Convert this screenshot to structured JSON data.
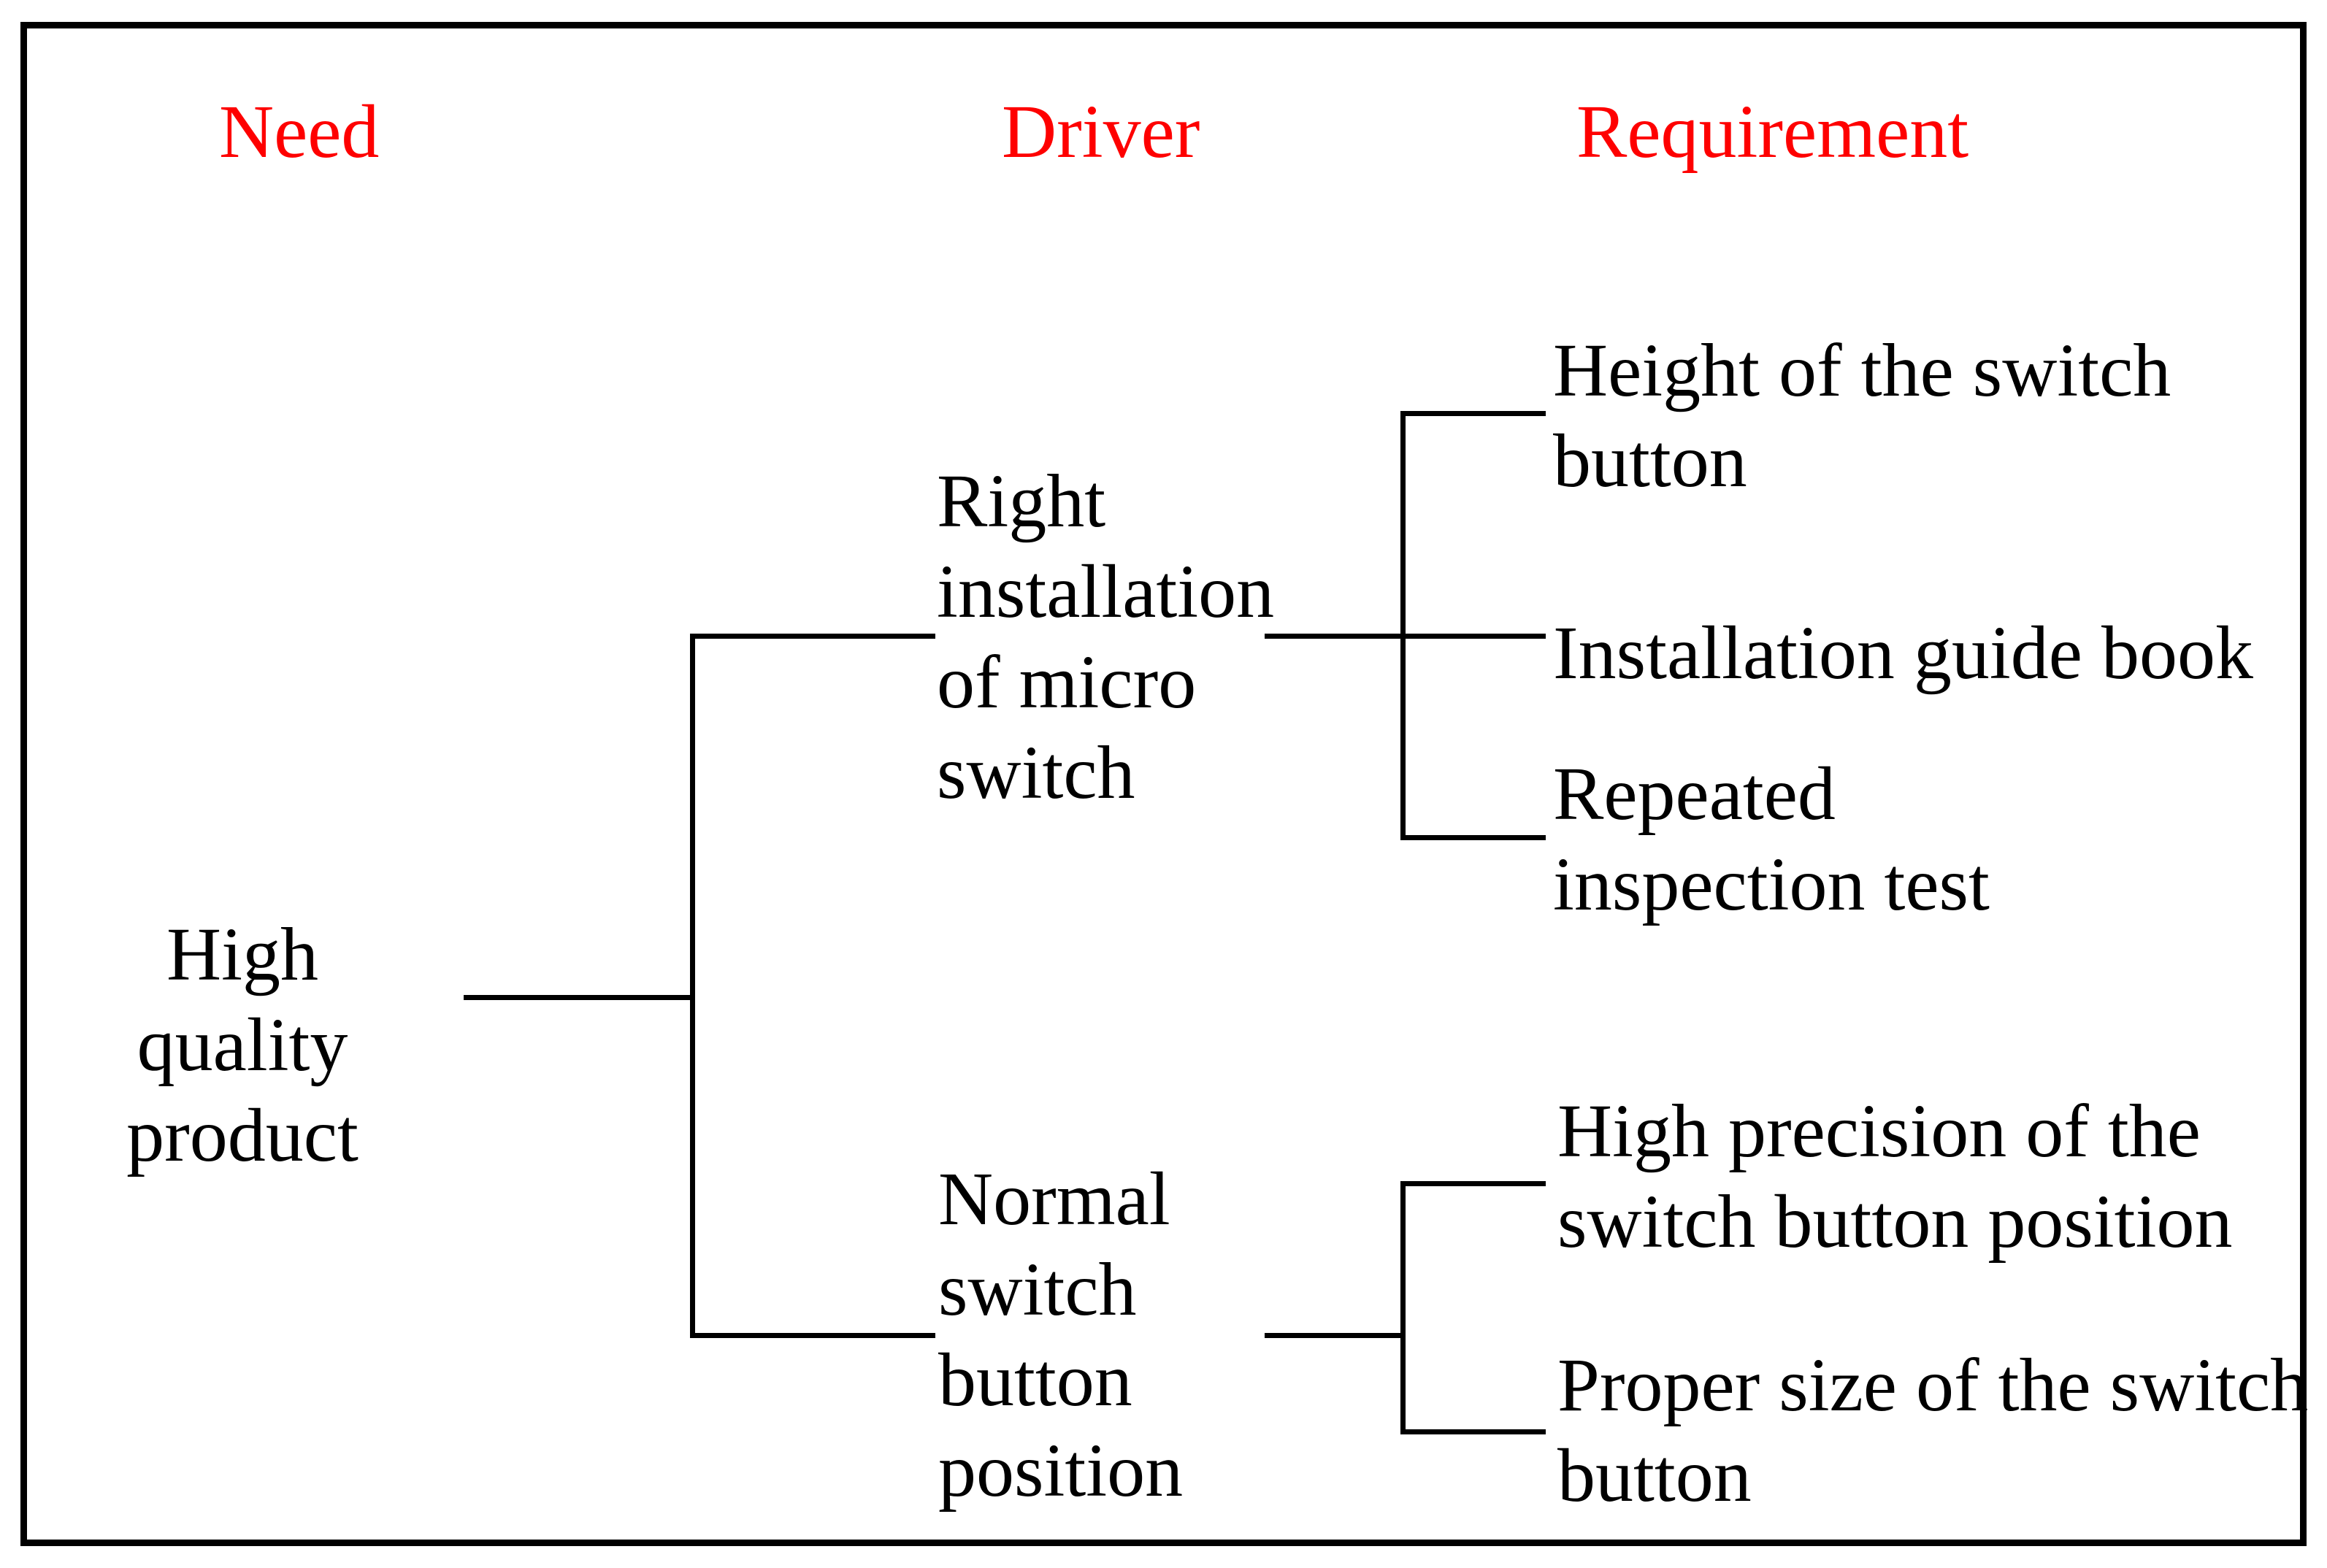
{
  "colors": {
    "header_red": "#fe0000",
    "text_black": "#000000",
    "line_black": "#000000",
    "background": "#ffffff"
  },
  "headers": {
    "need": "Need",
    "driver": "Driver",
    "requirement": "Requirement"
  },
  "tree": {
    "need_node": "High quality\nproduct",
    "drivers": {
      "driver1": "Right\ninstallation\nof micro\nswitch",
      "driver2": "Normal\nswitch\nbutton\nposition"
    },
    "requirements": {
      "req1": "Height of the switch\nbutton",
      "req2": "Installation guide book",
      "req3": "Repeated\ninspection test",
      "req4": "High precision of the\nswitch button position",
      "req5": "Proper size of the switch\nbutton"
    }
  }
}
